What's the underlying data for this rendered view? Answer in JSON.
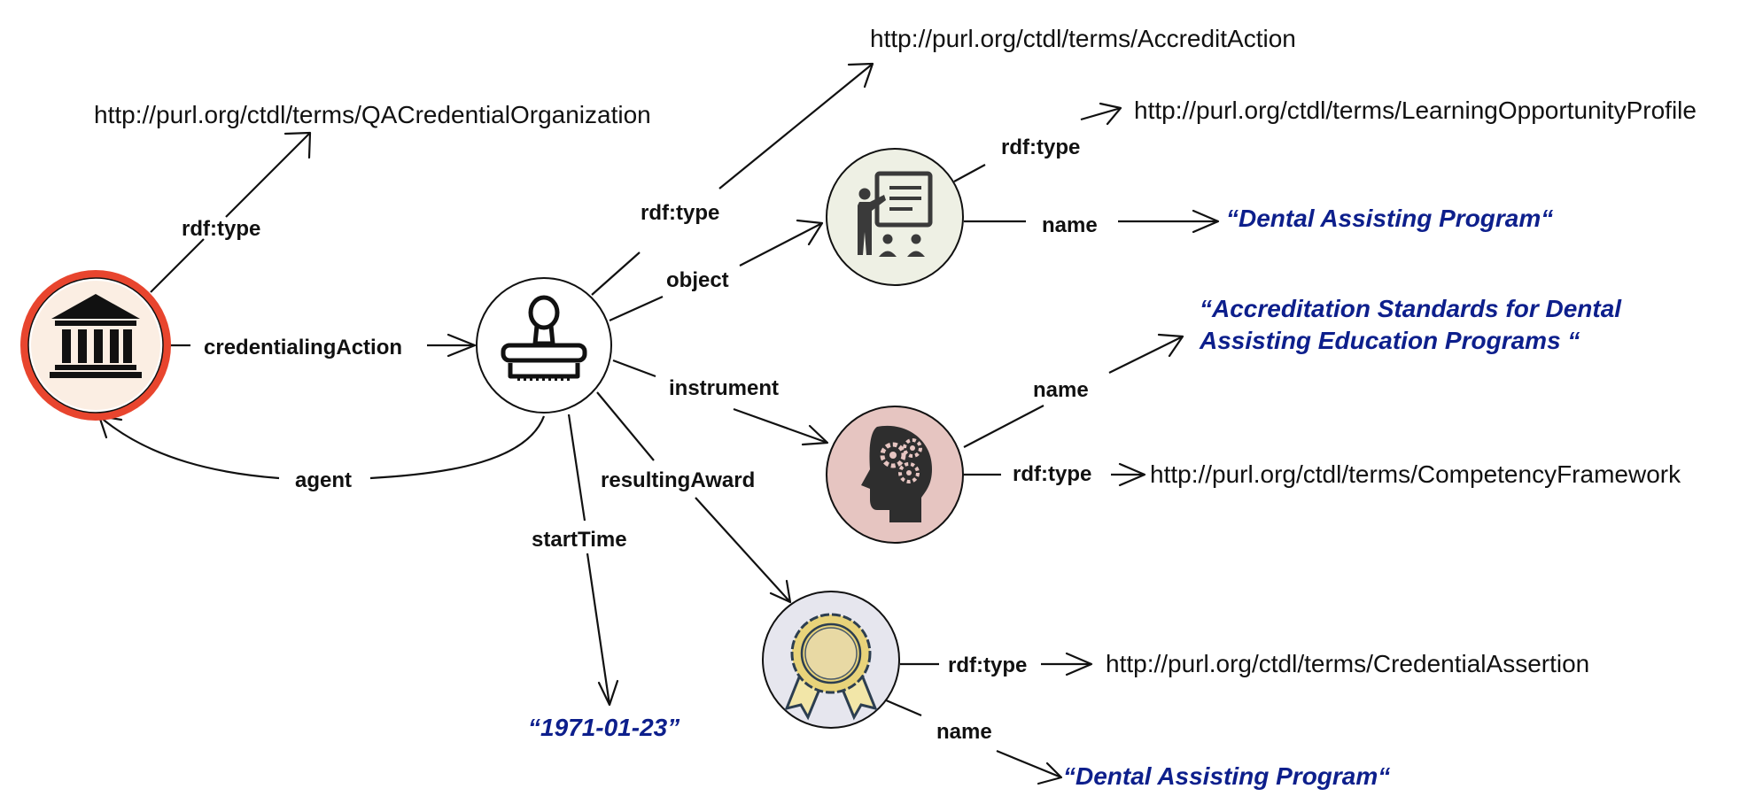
{
  "colors": {
    "literal": "#0d1f8c",
    "org_ring": "#e8452e",
    "org_fill": "#fbeee3",
    "learning_fill": "#eef0e4",
    "competency_fill": "#e6c5c1",
    "credential_fill": "#e6e6ee"
  },
  "nodes": {
    "organization": {
      "icon": "institution-building-icon"
    },
    "action": {
      "icon": "rubber-stamp-icon"
    },
    "learning": {
      "icon": "classroom-teacher-icon"
    },
    "competency": {
      "icon": "head-gears-icon"
    },
    "credential": {
      "icon": "award-seal-icon"
    }
  },
  "edges": {
    "org_type": "rdf:type",
    "credentialing_action": "credentialingAction",
    "agent": "agent",
    "action_type": "rdf:type",
    "object": "object",
    "instrument": "instrument",
    "resulting_award": "resultingAward",
    "start_time": "startTime",
    "learning_type": "rdf:type",
    "learning_name": "name",
    "competency_name": "name",
    "competency_type": "rdf:type",
    "credential_type": "rdf:type",
    "credential_name": "name"
  },
  "values": {
    "org_type_uri": "http://purl.org/ctdl/terms/QACredentialOrganization",
    "action_type_uri": "http://purl.org/ctdl/terms/AccreditAction",
    "learning_type_uri": "http://purl.org/ctdl/terms/LearningOpportunityProfile",
    "learning_name": "“Dental Assisting Program“",
    "competency_name_line1": "“Accreditation Standards for Dental",
    "competency_name_line2": "Assisting Education Programs “",
    "competency_type_uri": "http://purl.org/ctdl/terms/CompetencyFramework",
    "start_time": "“1971-01-23”",
    "credential_type_uri": "http://purl.org/ctdl/terms/CredentialAssertion",
    "credential_name": "“Dental Assisting Program“"
  }
}
